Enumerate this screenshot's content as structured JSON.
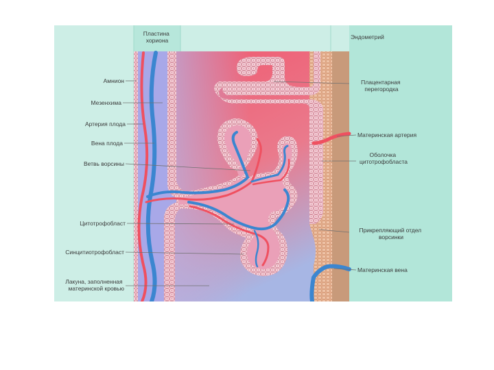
{
  "colors": {
    "panel": "#cdeee6",
    "panel_dark": "#a9e2d4",
    "chorionic_plate": "#a8a8e8",
    "endometrium": "#c89a7a",
    "trophoblast_cells": "#f2c2cc",
    "cell_outline": "#c97d8f",
    "maternal_blood_top": "#f05a70",
    "maternal_blood_bottom": "#a7b6e4",
    "artery": "#ef5060",
    "vein": "#3b86d0"
  },
  "labels": {
    "chorionic_plate": "Пластина\nхориона",
    "endometrium": "Эндометрий",
    "amnion": "Амнион",
    "mesenchyme": "Мезенхима",
    "fetal_artery": "Артерия плода",
    "fetal_vein": "Вена плода",
    "villus_branch": "Ветвь ворсины",
    "cytotrophoblast": "Цитотрофобласт",
    "syncytiotrophoblast": "Синцитиотрофобласт",
    "lacuna": "Лакуна, заполненная\nматеринской кровью",
    "placental_septum": "Плацентарная\nперегородка",
    "maternal_artery": "Материнская артерия",
    "cytotrophoblast_shell": "Оболочка\nцитотрофобласта",
    "anchoring_villus": "Прикрепляющий отдел\nворсинки",
    "maternal_vein": "Материнская вена"
  }
}
